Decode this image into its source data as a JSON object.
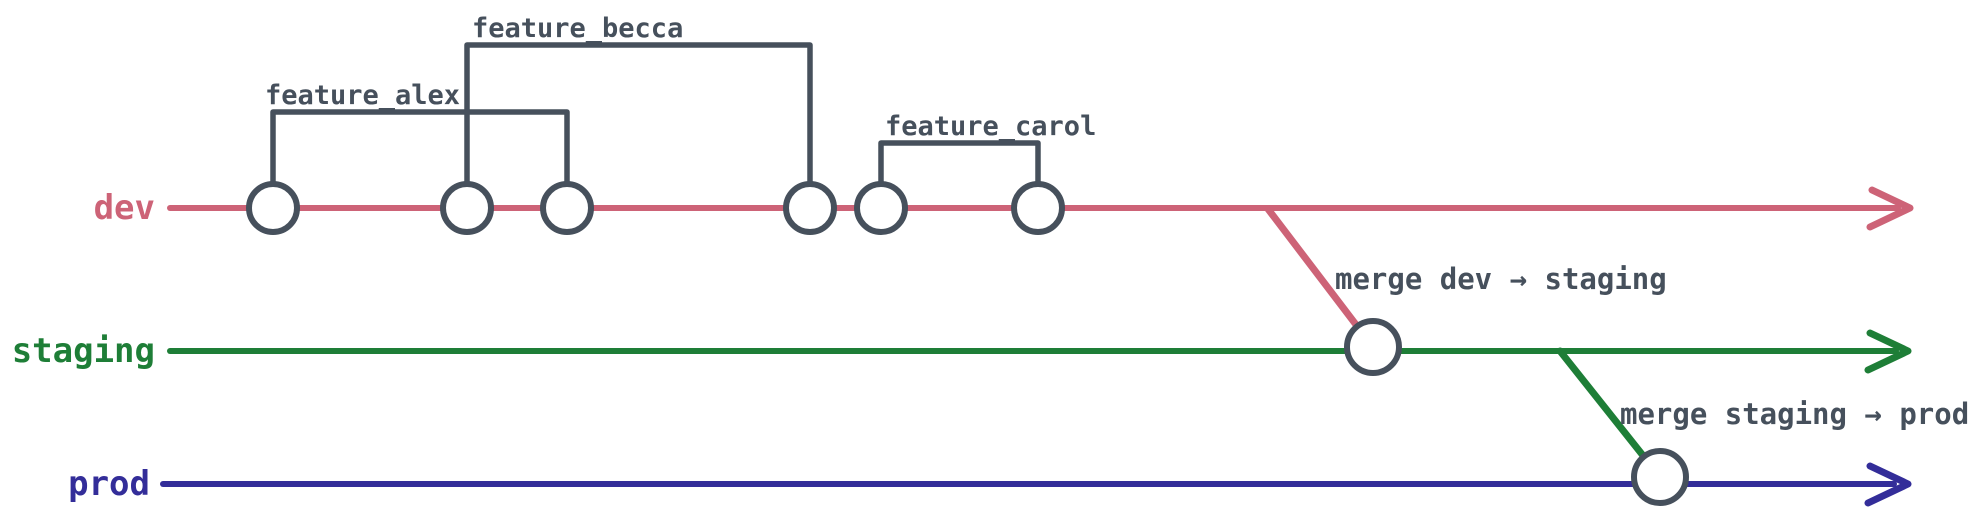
{
  "colors": {
    "rose": "#cd6377",
    "green": "#1e7e37",
    "indigo": "#332d99",
    "slate": "#46505c",
    "background": "#ffffff",
    "commit-fill": "#ffffff"
  },
  "branches": {
    "dev": {
      "label": "dev",
      "commit_count": 6
    },
    "staging": {
      "label": "staging",
      "commit_count": 1
    },
    "prod": {
      "label": "prod",
      "commit_count": 1
    }
  },
  "features": {
    "alex": {
      "label": "feature_alex",
      "branch": "dev",
      "spans_commits": [
        1,
        3
      ]
    },
    "becca": {
      "label": "feature_becca",
      "branch": "dev",
      "spans_commits": [
        2,
        4
      ]
    },
    "carol": {
      "label": "feature_carol",
      "branch": "dev",
      "spans_commits": [
        5,
        6
      ]
    }
  },
  "merges": {
    "dev_to_staging": {
      "label": "merge dev → staging",
      "from": "dev",
      "to": "staging"
    },
    "staging_to_prod": {
      "label": "merge staging → prod",
      "from": "staging",
      "to": "prod"
    }
  }
}
